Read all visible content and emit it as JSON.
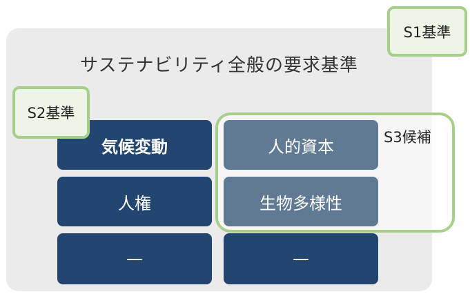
{
  "panel": {
    "title": "サステナビリティ全般の要求基準"
  },
  "tags": {
    "s1": "S1基準",
    "s2": "S2基準",
    "s3": "S3候補"
  },
  "left_column": [
    "気候変動",
    "人権",
    "—"
  ],
  "right_column": [
    "人的資本",
    "生物多様性",
    "—"
  ],
  "colors": {
    "panel_bg": "#ebebeb",
    "dark_box": "#234670",
    "slate_box": "#5f7a92",
    "tag_border": "#a6cf8a",
    "tag_fill": "#eef4e6"
  }
}
